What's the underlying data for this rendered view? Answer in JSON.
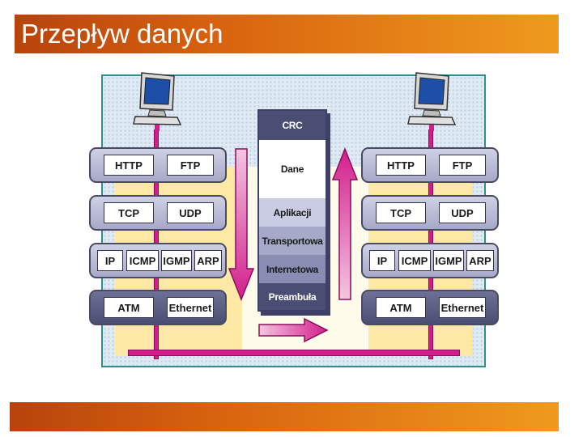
{
  "slide": {
    "title": "Przepływ danych"
  },
  "stack_left": {
    "application": [
      "HTTP",
      "FTP"
    ],
    "transport": [
      "TCP",
      "UDP"
    ],
    "internet": [
      "IP",
      "ICMP",
      "IGMP",
      "ARP"
    ],
    "network": [
      "ATM",
      "Ethernet"
    ]
  },
  "stack_right": {
    "application": [
      "HTTP",
      "FTP"
    ],
    "transport": [
      "TCP",
      "UDP"
    ],
    "internet": [
      "IP",
      "ICMP",
      "IGMP",
      "ARP"
    ],
    "network": [
      "ATM",
      "Ethernet"
    ]
  },
  "packet": {
    "segments": [
      "CRC",
      "Dane",
      "Aplikacji",
      "Transportowa",
      "Internetowa",
      "Preambuła"
    ]
  },
  "colors": {
    "title_bar": "#d9650f",
    "arrows": "#d21e8c",
    "network_line": "#d21e8c",
    "border": "#2f8f8f"
  }
}
